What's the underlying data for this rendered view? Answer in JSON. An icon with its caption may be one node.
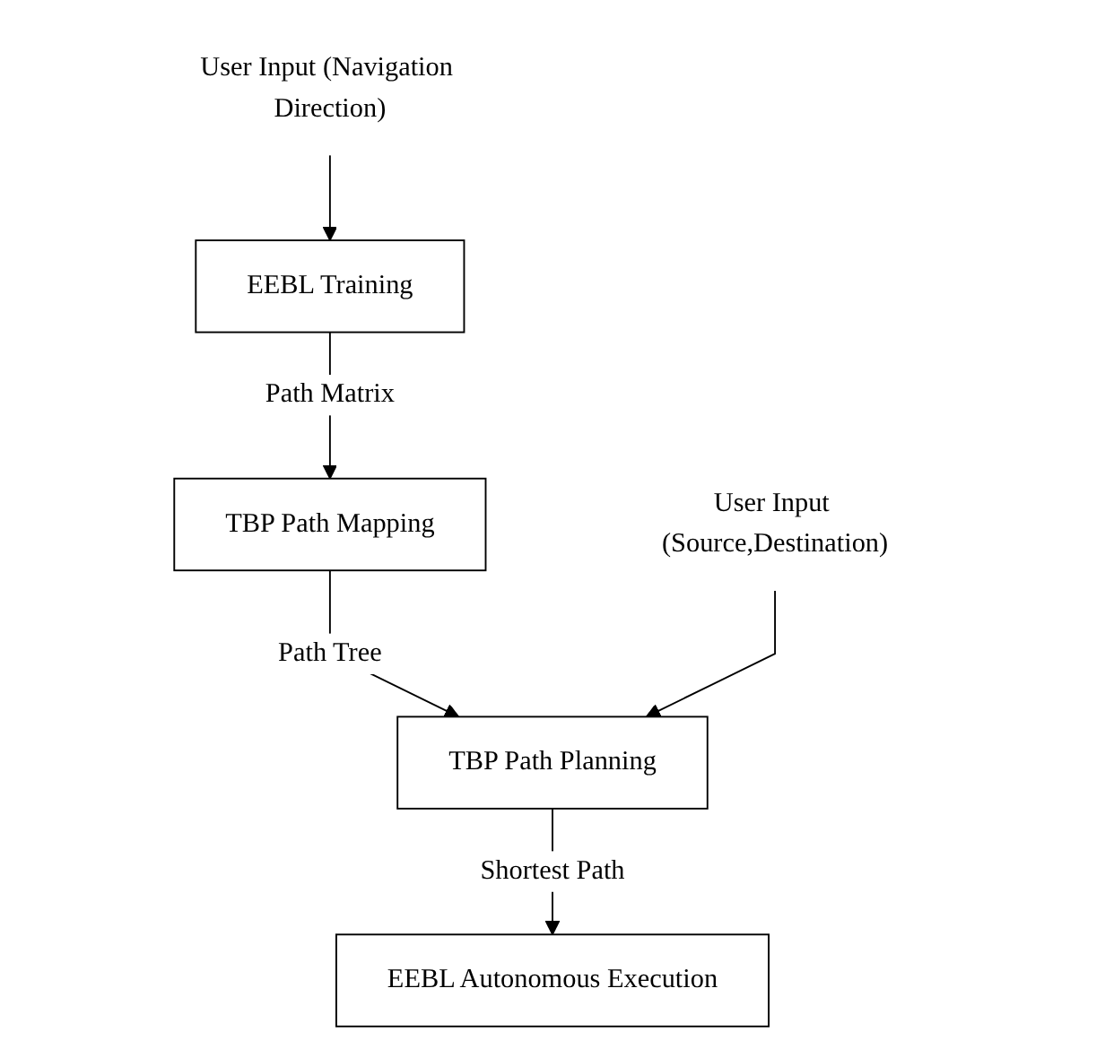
{
  "diagram": {
    "nodes": [
      {
        "text": [
          "User Input (Navigation Direction)"
        ]
      },
      {
        "text": [
          "EEBL Training"
        ]
      },
      {
        "text": [
          "TBP Path Mapping"
        ]
      },
      {
        "text": [
          "User Input (Source,Destination)"
        ]
      },
      {
        "text": [
          "TBP Path Planning"
        ]
      },
      {
        "text": [
          "EEBL Autonomous Execution"
        ]
      }
    ],
    "edges": [
      {
        "from": 0,
        "to": 1,
        "arrow": "to"
      },
      {
        "from": 1,
        "to": 2,
        "arrow": "to",
        "label": "Path Matrix"
      },
      {
        "from": 2,
        "to": 4,
        "arrow": "to",
        "label": "Path Tree"
      },
      {
        "from": 3,
        "to": 4,
        "arrow": "to"
      },
      {
        "from": 4,
        "to": 5,
        "arrow": "to",
        "label": "Shortest Path"
      }
    ]
  }
}
